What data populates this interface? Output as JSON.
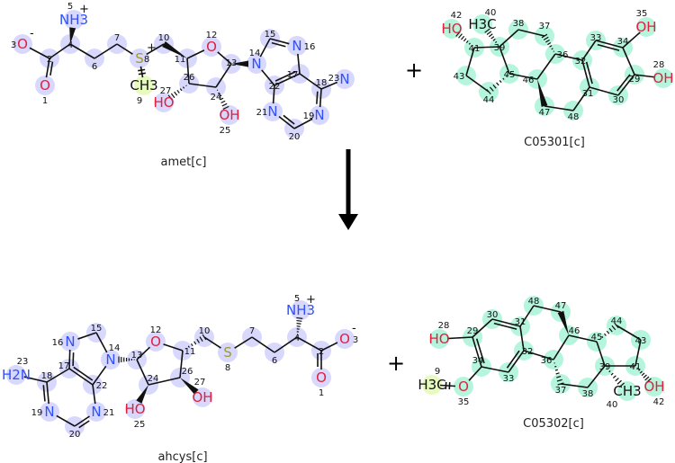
{
  "colors": {
    "N": "#3050f8",
    "O": "#e0203c",
    "S": "#a09a2a",
    "C": "#111111",
    "bond": "#111111",
    "hl_blue": "#d8d8fd",
    "hl_green": "#b6f5dd",
    "hl_yellow": "#e8fbbf"
  },
  "operators": {
    "plus_top": "+",
    "plus_bottom": "+"
  },
  "arrow": {
    "direction": "down"
  },
  "molecules": [
    {
      "id": "amet",
      "name": "amet[c]",
      "highlight": "hl_blue",
      "atoms": [
        {
          "n": "1",
          "label": "O",
          "el": "O"
        },
        {
          "n": "2",
          "label": "",
          "el": "C"
        },
        {
          "n": "3",
          "label": "O",
          "el": "O",
          "charge": "-"
        },
        {
          "n": "4",
          "label": "",
          "el": "C"
        },
        {
          "n": "5",
          "label": "NH3",
          "el": "N",
          "charge": "+"
        },
        {
          "n": "6",
          "label": "",
          "el": "C"
        },
        {
          "n": "7",
          "label": "",
          "el": "C"
        },
        {
          "n": "8",
          "label": "S",
          "el": "S",
          "charge": "+"
        },
        {
          "n": "9",
          "label": "CH3",
          "el": "C",
          "hl": "hl_yellow"
        },
        {
          "n": "10",
          "label": "",
          "el": "C"
        },
        {
          "n": "11",
          "label": "",
          "el": "C"
        },
        {
          "n": "12",
          "label": "O",
          "el": "O"
        },
        {
          "n": "13",
          "label": "",
          "el": "C"
        },
        {
          "n": "14",
          "label": "N",
          "el": "N"
        },
        {
          "n": "15",
          "label": "",
          "el": "C"
        },
        {
          "n": "16",
          "label": "N",
          "el": "N"
        },
        {
          "n": "17",
          "label": "",
          "el": "C"
        },
        {
          "n": "18",
          "label": "",
          "el": "C"
        },
        {
          "n": "19",
          "label": "N",
          "el": "N"
        },
        {
          "n": "20",
          "label": "",
          "el": "C"
        },
        {
          "n": "21",
          "label": "N",
          "el": "N"
        },
        {
          "n": "22",
          "label": "",
          "el": "C"
        },
        {
          "n": "23",
          "label": "N",
          "el": "N"
        },
        {
          "n": "24",
          "label": "",
          "el": "C"
        },
        {
          "n": "25",
          "label": "OH",
          "el": "O"
        },
        {
          "n": "26",
          "label": "",
          "el": "C"
        },
        {
          "n": "27",
          "label": "HO",
          "el": "O"
        }
      ],
      "bonds": [
        [
          "1",
          "2",
          "d"
        ],
        [
          "2",
          "3",
          "s"
        ],
        [
          "2",
          "4",
          "s"
        ],
        [
          "4",
          "5",
          "w"
        ],
        [
          "4",
          "6",
          "s"
        ],
        [
          "6",
          "7",
          "s"
        ],
        [
          "7",
          "8",
          "s"
        ],
        [
          "8",
          "9",
          "x"
        ],
        [
          "8",
          "10",
          "s"
        ],
        [
          "11",
          "10",
          "w"
        ],
        [
          "11",
          "12",
          "s"
        ],
        [
          "12",
          "13",
          "s"
        ],
        [
          "13",
          "14",
          "w"
        ],
        [
          "13",
          "24",
          "s"
        ],
        [
          "24",
          "26",
          "s"
        ],
        [
          "26",
          "11",
          "s"
        ],
        [
          "24",
          "25",
          "h"
        ],
        [
          "26",
          "27",
          "h"
        ],
        [
          "14",
          "15",
          "s"
        ],
        [
          "15",
          "16",
          "d"
        ],
        [
          "16",
          "17",
          "s"
        ],
        [
          "17",
          "22",
          "d"
        ],
        [
          "22",
          "14",
          "s"
        ],
        [
          "17",
          "18",
          "s"
        ],
        [
          "18",
          "19",
          "d"
        ],
        [
          "19",
          "20",
          "s"
        ],
        [
          "20",
          "21",
          "d"
        ],
        [
          "21",
          "22",
          "s"
        ],
        [
          "18",
          "23",
          "s"
        ]
      ]
    },
    {
      "id": "C05301",
      "name": "C05301[c]",
      "highlight": "hl_green",
      "atoms": [
        {
          "n": "28",
          "label": "OH",
          "el": "O"
        },
        {
          "n": "29",
          "label": "",
          "el": "C"
        },
        {
          "n": "30",
          "label": "",
          "el": "C"
        },
        {
          "n": "31",
          "label": "",
          "el": "C"
        },
        {
          "n": "32",
          "label": "",
          "el": "C"
        },
        {
          "n": "33",
          "label": "",
          "el": "C"
        },
        {
          "n": "34",
          "label": "",
          "el": "C"
        },
        {
          "n": "35",
          "label": "OH",
          "el": "O"
        },
        {
          "n": "36",
          "label": "",
          "el": "C"
        },
        {
          "n": "37",
          "label": "",
          "el": "C"
        },
        {
          "n": "38",
          "label": "",
          "el": "C"
        },
        {
          "n": "39",
          "label": "",
          "el": "C"
        },
        {
          "n": "40",
          "label": "H3C",
          "el": "C"
        },
        {
          "n": "41",
          "label": "",
          "el": "C"
        },
        {
          "n": "42",
          "label": "HO",
          "el": "O"
        },
        {
          "n": "43",
          "label": "",
          "el": "C"
        },
        {
          "n": "44",
          "label": "",
          "el": "C"
        },
        {
          "n": "45",
          "label": "",
          "el": "C"
        },
        {
          "n": "46",
          "label": "",
          "el": "C"
        },
        {
          "n": "47",
          "label": "",
          "el": "C"
        },
        {
          "n": "48",
          "label": "",
          "el": "C"
        }
      ],
      "bonds": [
        [
          "41",
          "42",
          "h"
        ],
        [
          "41",
          "39",
          "s"
        ],
        [
          "39",
          "40",
          "h"
        ],
        [
          "39",
          "38",
          "s"
        ],
        [
          "38",
          "37",
          "s"
        ],
        [
          "36",
          "37",
          "h"
        ],
        [
          "36",
          "32",
          "s"
        ],
        [
          "36",
          "46",
          "s"
        ],
        [
          "46",
          "45",
          "s"
        ],
        [
          "45",
          "39",
          "s"
        ],
        [
          "45",
          "44",
          "h"
        ],
        [
          "44",
          "43",
          "s"
        ],
        [
          "43",
          "41",
          "s"
        ],
        [
          "46",
          "47",
          "w"
        ],
        [
          "47",
          "48",
          "s"
        ],
        [
          "48",
          "31",
          "s"
        ],
        [
          "31",
          "32",
          "d"
        ],
        [
          "32",
          "33",
          "s"
        ],
        [
          "33",
          "34",
          "d"
        ],
        [
          "34",
          "35",
          "s"
        ],
        [
          "34",
          "29",
          "s"
        ],
        [
          "29",
          "28",
          "s"
        ],
        [
          "29",
          "30",
          "d"
        ],
        [
          "30",
          "31",
          "s"
        ]
      ]
    },
    {
      "id": "ahcys",
      "name": "ahcys[c]",
      "highlight": "hl_blue",
      "atoms": [
        {
          "n": "1",
          "label": "O",
          "el": "O"
        },
        {
          "n": "2",
          "label": "",
          "el": "C"
        },
        {
          "n": "3",
          "label": "O",
          "el": "O",
          "charge": "-"
        },
        {
          "n": "4",
          "label": "",
          "el": "C"
        },
        {
          "n": "5",
          "label": "NH3",
          "el": "N",
          "charge": "+"
        },
        {
          "n": "6",
          "label": "",
          "el": "C"
        },
        {
          "n": "7",
          "label": "",
          "el": "C"
        },
        {
          "n": "8",
          "label": "S",
          "el": "S"
        },
        {
          "n": "10",
          "label": "",
          "el": "C"
        },
        {
          "n": "11",
          "label": "",
          "el": "C"
        },
        {
          "n": "12",
          "label": "O",
          "el": "O"
        },
        {
          "n": "13",
          "label": "",
          "el": "C"
        },
        {
          "n": "14",
          "label": "N",
          "el": "N"
        },
        {
          "n": "15",
          "label": "",
          "el": "C"
        },
        {
          "n": "16",
          "label": "N",
          "el": "N"
        },
        {
          "n": "17",
          "label": "",
          "el": "C"
        },
        {
          "n": "18",
          "label": "",
          "el": "C"
        },
        {
          "n": "19",
          "label": "N",
          "el": "N"
        },
        {
          "n": "20",
          "label": "",
          "el": "C"
        },
        {
          "n": "21",
          "label": "N",
          "el": "N"
        },
        {
          "n": "22",
          "label": "",
          "el": "C"
        },
        {
          "n": "23",
          "label": "H2N",
          "el": "N"
        },
        {
          "n": "24",
          "label": "",
          "el": "C"
        },
        {
          "n": "25",
          "label": "HO",
          "el": "O"
        },
        {
          "n": "26",
          "label": "",
          "el": "C"
        },
        {
          "n": "27",
          "label": "OH",
          "el": "O"
        }
      ],
      "bonds": [
        [
          "23",
          "18",
          "s"
        ],
        [
          "18",
          "17",
          "s"
        ],
        [
          "17",
          "16",
          "d"
        ],
        [
          "16",
          "15",
          "s"
        ],
        [
          "15",
          "14",
          "s"
        ],
        [
          "14",
          "22",
          "s"
        ],
        [
          "22",
          "17",
          "d"
        ],
        [
          "18",
          "19",
          "d"
        ],
        [
          "19",
          "20",
          "s"
        ],
        [
          "20",
          "21",
          "d"
        ],
        [
          "21",
          "22",
          "s"
        ],
        [
          "13",
          "14",
          "h"
        ],
        [
          "13",
          "12",
          "s"
        ],
        [
          "12",
          "11",
          "s"
        ],
        [
          "11",
          "10",
          "h"
        ],
        [
          "10",
          "8",
          "s"
        ],
        [
          "8",
          "7",
          "s"
        ],
        [
          "7",
          "6",
          "s"
        ],
        [
          "6",
          "4",
          "s"
        ],
        [
          "4",
          "5",
          "h"
        ],
        [
          "4",
          "2",
          "s"
        ],
        [
          "2",
          "3",
          "s"
        ],
        [
          "2",
          "1",
          "d"
        ],
        [
          "11",
          "26",
          "s"
        ],
        [
          "26",
          "24",
          "s"
        ],
        [
          "24",
          "13",
          "s"
        ],
        [
          "24",
          "25",
          "w"
        ],
        [
          "26",
          "27",
          "w"
        ]
      ]
    },
    {
      "id": "C05302",
      "name": "C05302[c]",
      "highlight": "hl_green",
      "atoms": [
        {
          "n": "9",
          "label": "H3C",
          "el": "C",
          "hl": "hl_yellow"
        },
        {
          "n": "28",
          "label": "HO",
          "el": "O"
        },
        {
          "n": "29",
          "label": "",
          "el": "C"
        },
        {
          "n": "30",
          "label": "",
          "el": "C"
        },
        {
          "n": "31",
          "label": "",
          "el": "C"
        },
        {
          "n": "32",
          "label": "",
          "el": "C"
        },
        {
          "n": "33",
          "label": "",
          "el": "C"
        },
        {
          "n": "34",
          "label": "",
          "el": "C"
        },
        {
          "n": "35",
          "label": "O",
          "el": "O"
        },
        {
          "n": "36",
          "label": "",
          "el": "C"
        },
        {
          "n": "37",
          "label": "",
          "el": "C"
        },
        {
          "n": "38",
          "label": "",
          "el": "C"
        },
        {
          "n": "39",
          "label": "",
          "el": "C"
        },
        {
          "n": "40",
          "label": "CH3",
          "el": "C"
        },
        {
          "n": "41",
          "label": "",
          "el": "C"
        },
        {
          "n": "42",
          "label": "OH",
          "el": "O"
        },
        {
          "n": "43",
          "label": "",
          "el": "C"
        },
        {
          "n": "44",
          "label": "",
          "el": "C"
        },
        {
          "n": "45",
          "label": "",
          "el": "C"
        },
        {
          "n": "46",
          "label": "",
          "el": "C"
        },
        {
          "n": "47",
          "label": "",
          "el": "C"
        },
        {
          "n": "48",
          "label": "",
          "el": "C"
        }
      ],
      "bonds": [
        [
          "28",
          "29",
          "s"
        ],
        [
          "29",
          "30",
          "s"
        ],
        [
          "30",
          "31",
          "d"
        ],
        [
          "31",
          "32",
          "s"
        ],
        [
          "32",
          "33",
          "d"
        ],
        [
          "33",
          "34",
          "s"
        ],
        [
          "34",
          "29",
          "d"
        ],
        [
          "34",
          "35",
          "s"
        ],
        [
          "35",
          "9",
          "x"
        ],
        [
          "31",
          "48",
          "s"
        ],
        [
          "48",
          "47",
          "s"
        ],
        [
          "46",
          "47",
          "w"
        ],
        [
          "46",
          "36",
          "s"
        ],
        [
          "36",
          "32",
          "s"
        ],
        [
          "36",
          "37",
          "h"
        ],
        [
          "37",
          "38",
          "s"
        ],
        [
          "38",
          "39",
          "s"
        ],
        [
          "39",
          "45",
          "s"
        ],
        [
          "45",
          "46",
          "s"
        ],
        [
          "45",
          "44",
          "h"
        ],
        [
          "44",
          "43",
          "s"
        ],
        [
          "43",
          "41",
          "s"
        ],
        [
          "41",
          "39",
          "s"
        ],
        [
          "41",
          "42",
          "h"
        ],
        [
          "39",
          "40",
          "h"
        ]
      ]
    }
  ]
}
